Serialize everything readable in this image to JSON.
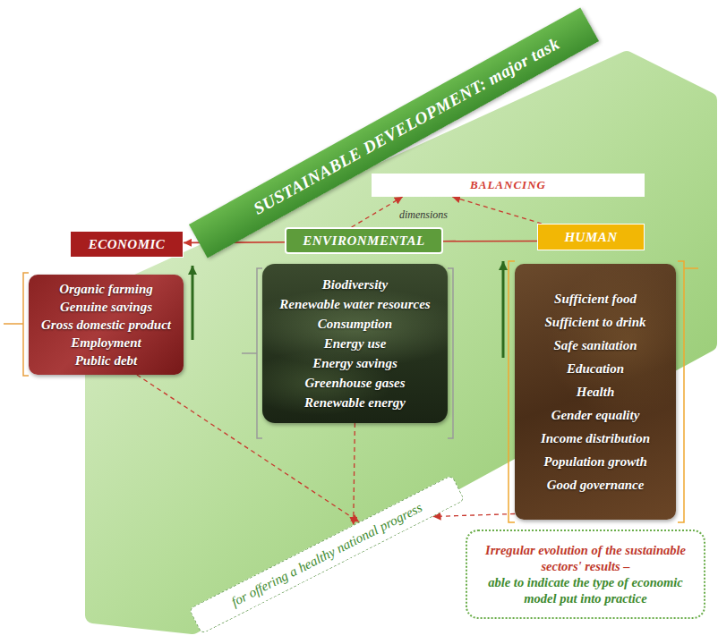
{
  "diagram": {
    "nodes": [
      {
        "text": [
          "SUSTAINABLE DEVELOPMENT: major task"
        ]
      },
      {
        "text": [
          "BALANCING"
        ]
      },
      {
        "text": [
          "ECONOMIC"
        ]
      },
      {
        "text": [
          "ENVIRONMENTAL"
        ]
      },
      {
        "text": [
          "HUMAN"
        ]
      },
      {
        "text": [
          "Organic farming",
          "Genuine savings",
          "Gross domestic product",
          "Employment",
          "Public debt"
        ]
      },
      {
        "text": [
          "Biodiversity",
          "Renewable water resources",
          "Consumption",
          "Energy use",
          "Energy savings",
          "Greenhouse gases",
          "Renewable energy"
        ]
      },
      {
        "text": [
          "Sufficient food",
          "Sufficient to drink",
          "Safe sanitation",
          "Education",
          "Health",
          "Gender equality",
          "Income distribution",
          "Population growth",
          "Good governance"
        ]
      },
      {
        "text": [
          "for offering a healthy national progress"
        ]
      },
      {
        "text": [
          "Irregular evolution of the sustainable sectors' results –",
          "able to indicate the type of economic model put into practice"
        ]
      }
    ],
    "edges": [
      {
        "from": 3,
        "to": 2,
        "arrow": "to"
      },
      {
        "from": 3,
        "to": 4,
        "arrow": "none"
      },
      {
        "from": 3,
        "to": 1,
        "arrow": "to"
      },
      {
        "from": 4,
        "to": 1,
        "arrow": "to"
      },
      {
        "from": 5,
        "to": 8,
        "arrow": "to"
      },
      {
        "from": 6,
        "to": 8,
        "arrow": "to"
      },
      {
        "from": 7,
        "to": 8,
        "arrow": "to"
      }
    ],
    "labels": [
      "dimensions"
    ]
  }
}
